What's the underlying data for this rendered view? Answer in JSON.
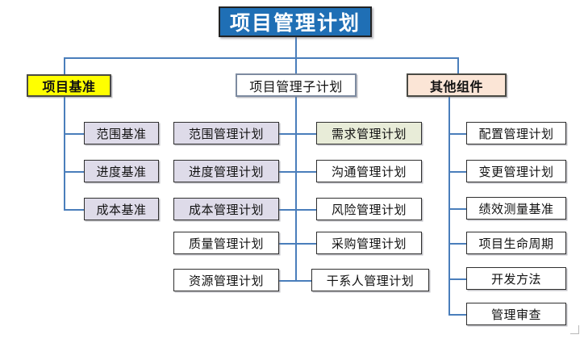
{
  "diagram": {
    "root": {
      "label": "项目管理计划",
      "color": "#1f6fb5",
      "text_color": "#ffffff"
    },
    "branches": [
      {
        "id": "baseline",
        "label": "项目基准",
        "color": "#ffff00",
        "children": [
          {
            "label": "范围基准",
            "color": "#dedbe9"
          },
          {
            "label": "进度基准",
            "color": "#dedbe9"
          },
          {
            "label": "成本基准",
            "color": "#dedbe9"
          }
        ]
      },
      {
        "id": "subplans",
        "label": "项目管理子计划",
        "color": "#ffffff",
        "children_left": [
          {
            "label": "范围管理计划",
            "color": "#dedbe9"
          },
          {
            "label": "进度管理计划",
            "color": "#dedbe9"
          },
          {
            "label": "成本管理计划",
            "color": "#dedbe9"
          },
          {
            "label": "质量管理计划",
            "color": "#ffffff"
          },
          {
            "label": "资源管理计划",
            "color": "#ffffff"
          }
        ],
        "children_right": [
          {
            "label": "需求管理计划",
            "color": "#e8ecd8"
          },
          {
            "label": "沟通管理计划",
            "color": "#ffffff"
          },
          {
            "label": "风险管理计划",
            "color": "#ffffff"
          },
          {
            "label": "采购管理计划",
            "color": "#ffffff"
          },
          {
            "label": "干系人管理计划",
            "color": "#ffffff"
          }
        ]
      },
      {
        "id": "other",
        "label": "其他组件",
        "color": "#fbe5d6",
        "children": [
          {
            "label": "配置管理计划",
            "color": "#ffffff"
          },
          {
            "label": "变更管理计划",
            "color": "#ffffff"
          },
          {
            "label": "绩效测量基准",
            "color": "#ffffff"
          },
          {
            "label": "项目生命周期",
            "color": "#ffffff"
          },
          {
            "label": "开发方法",
            "color": "#ffffff"
          },
          {
            "label": "管理审查",
            "color": "#ffffff"
          }
        ]
      }
    ],
    "connector_color": "#4a7ebb"
  }
}
